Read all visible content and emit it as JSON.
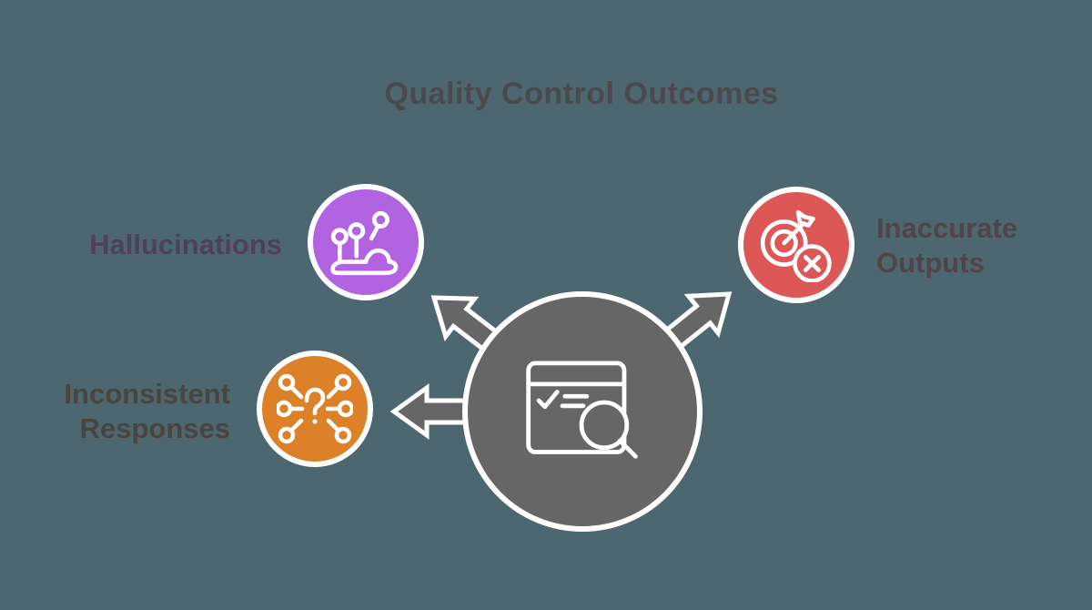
{
  "title": "Quality Control Outcomes",
  "colors": {
    "background": "#4c6770",
    "center_fill": "#666666",
    "arrow_fill": "#666666",
    "outline": "#ffffff",
    "hallucinations_fill": "#b263e2",
    "inconsistent_fill": "#dd8128",
    "inaccurate_fill": "#dd5757",
    "title_text": "#4a4a4c",
    "hallucinations_text": "#4e4059",
    "inconsistent_text": "#49443e",
    "inaccurate_text": "#514449"
  },
  "center": {
    "icon": "browser-check-search-icon"
  },
  "nodes": [
    {
      "id": "hallucinations",
      "icon": "hallucination-pins-icon",
      "lines": [
        "Hallucinations"
      ]
    },
    {
      "id": "inconsistent-responses",
      "icon": "question-network-icon",
      "lines": [
        "Inconsistent",
        "Responses"
      ]
    },
    {
      "id": "inaccurate-outputs",
      "icon": "target-miss-icon",
      "lines": [
        "Inaccurate",
        "Outputs"
      ]
    }
  ]
}
